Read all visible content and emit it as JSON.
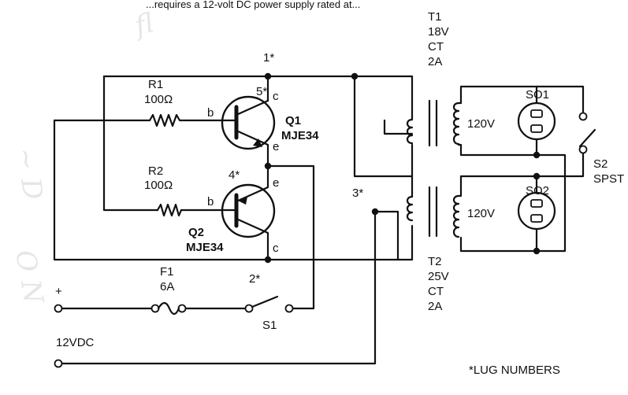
{
  "q1": {
    "ref": "Q1",
    "part": "MJE34",
    "lug": "5*",
    "b": "b",
    "c": "c",
    "e": "e"
  },
  "q2": {
    "ref": "Q2",
    "part": "MJE34",
    "lug": "4*",
    "b": "b",
    "c": "c",
    "e": "e"
  },
  "r1": {
    "ref": "R1",
    "value": "100Ω"
  },
  "r2": {
    "ref": "R2",
    "value": "100Ω"
  },
  "t1": {
    "ref": "T1",
    "l1": "18V",
    "l2": "CT",
    "l3": "2A",
    "secondary": "120V"
  },
  "t2": {
    "ref": "T2",
    "l1": "25V",
    "l2": "CT",
    "l3": "2A",
    "secondary": "120V"
  },
  "f1": {
    "ref": "F1",
    "value": "6A"
  },
  "s1": {
    "ref": "S1"
  },
  "s2": {
    "ref": "S2",
    "type": "SPST"
  },
  "so1": {
    "ref": "SO1"
  },
  "so2": {
    "ref": "SO2"
  },
  "lugs": {
    "l1": "1*",
    "l2": "2*",
    "l3": "3*"
  },
  "supply": {
    "plus": "+",
    "label": "12VDC"
  },
  "note": "*LUG NUMBERS",
  "caption": "...requires a 12-volt DC power supply rated at..."
}
